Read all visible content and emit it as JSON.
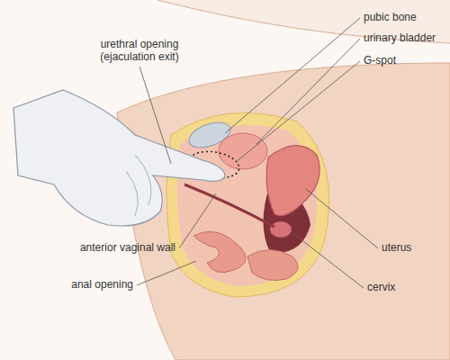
{
  "diagram": {
    "labels": [
      "urethral opening (ejaculation exit)",
      "pubic bone",
      "urinary bladder",
      "G-spot",
      "anterior vaginal wall",
      "anal opening",
      "uterus",
      "cervix"
    ]
  }
}
